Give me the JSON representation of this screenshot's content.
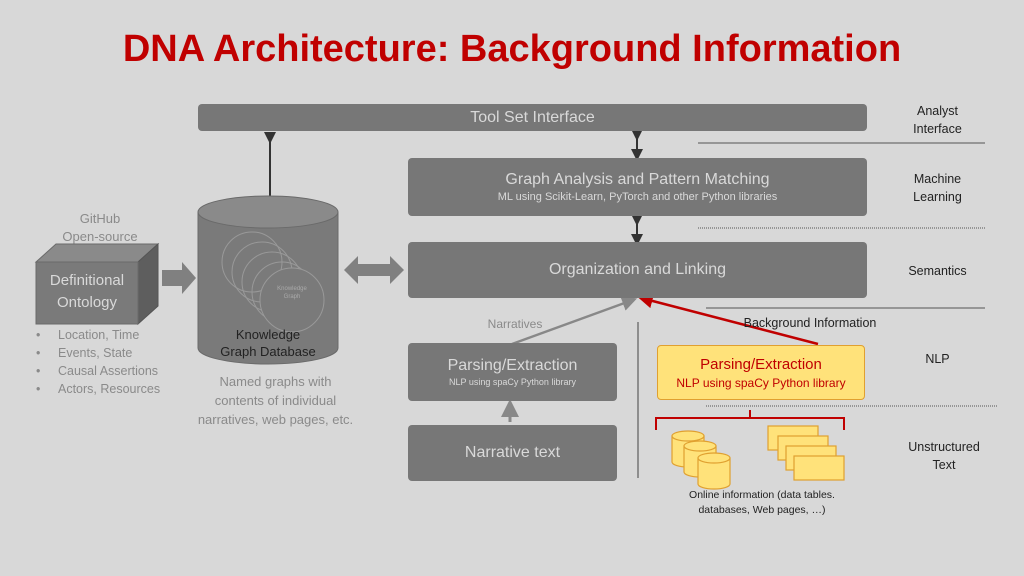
{
  "title": "DNA Architecture: Background Information",
  "boxes": {
    "toolset": "Tool Set Interface",
    "graph_analysis": {
      "title": "Graph Analysis and Pattern Matching",
      "subtitle": "ML using Scikit-Learn, PyTorch and other Python libraries"
    },
    "organization": "Organization and Linking",
    "parsing_left": {
      "title": "Parsing/Extraction",
      "subtitle": "NLP using spaCy Python library"
    },
    "parsing_right": {
      "title": "Parsing/Extraction",
      "subtitle": "NLP using spaCy Python library"
    },
    "narrative_text": "Narrative text",
    "ontology": {
      "line1": "Definitional",
      "line2": "Ontology"
    }
  },
  "labels": {
    "github": {
      "line1": "GitHub",
      "line2": "Open-source"
    },
    "kg_db": {
      "line1": "Knowledge",
      "line2": "Graph Database"
    },
    "kg_mini": {
      "line1": "Knowledge",
      "line2": "Graph"
    },
    "named_graphs": {
      "line1": "Named graphs with",
      "line2": "contents of individual",
      "line3": "narratives, web pages, etc."
    },
    "narratives": "Narratives",
    "background_info": "Background Information",
    "online_info": {
      "line1": "Online information (data tables.",
      "line2": "databases, Web pages, …)"
    }
  },
  "ontology_bullets": [
    "Location, Time",
    "Events, State",
    "Causal Assertions",
    "Actors, Resources"
  ],
  "layers": {
    "analyst": {
      "line1": "Analyst",
      "line2": "Interface"
    },
    "ml": {
      "line1": "Machine",
      "line2": "Learning"
    },
    "semantics": "Semantics",
    "nlp": "NLP",
    "unstructured": {
      "line1": "Unstructured",
      "line2": "Text"
    }
  },
  "colors": {
    "accent": "#c00000",
    "box_gray": "#777777",
    "highlight": "#ffe27a"
  }
}
